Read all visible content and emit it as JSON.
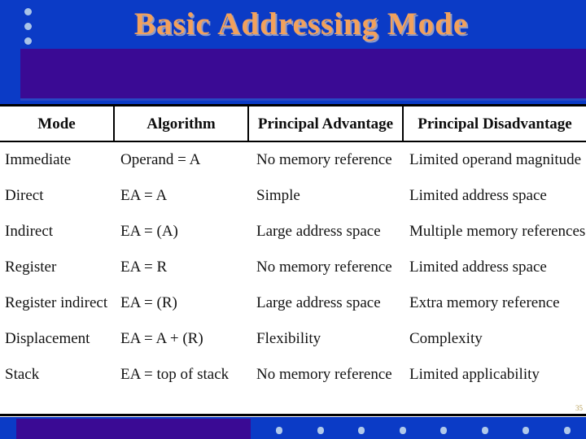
{
  "slide": {
    "title": "Basic  Addressing  Mode",
    "page_number": "35",
    "colors": {
      "header_blue": "#0B3BC6",
      "header_purple": "#3A0A94",
      "title_orange": "#F2A15C",
      "bullet_light_blue": "#A9C4E8",
      "page_number_gold": "#B8A05A"
    }
  },
  "header": {
    "bullets": [
      "bullet-1",
      "bullet-2",
      "bullet-3"
    ]
  },
  "footer": {
    "dot_count": 8
  },
  "table": {
    "columns": [
      "Mode",
      "Algorithm",
      "Principal Advantage",
      "Principal Disadvantage"
    ],
    "rows": [
      {
        "mode": "Immediate",
        "algorithm": "Operand = A",
        "advantage": "No memory reference",
        "disadvantage": "Limited operand magnitude"
      },
      {
        "mode": "Direct",
        "algorithm": "EA = A",
        "advantage": "Simple",
        "disadvantage": "Limited address space"
      },
      {
        "mode": "Indirect",
        "algorithm": "EA = (A)",
        "advantage": "Large address space",
        "disadvantage": "Multiple memory references"
      },
      {
        "mode": "Register",
        "algorithm": "EA = R",
        "advantage": "No memory reference",
        "disadvantage": "Limited address space"
      },
      {
        "mode": "Register indirect",
        "algorithm": "EA = (R)",
        "advantage": "Large address space",
        "disadvantage": "Extra memory reference"
      },
      {
        "mode": "Displacement",
        "algorithm": "EA = A + (R)",
        "advantage": "Flexibility",
        "disadvantage": "Complexity"
      },
      {
        "mode": "Stack",
        "algorithm": "EA = top of stack",
        "advantage": "No memory reference",
        "disadvantage": "Limited applicability"
      }
    ]
  }
}
